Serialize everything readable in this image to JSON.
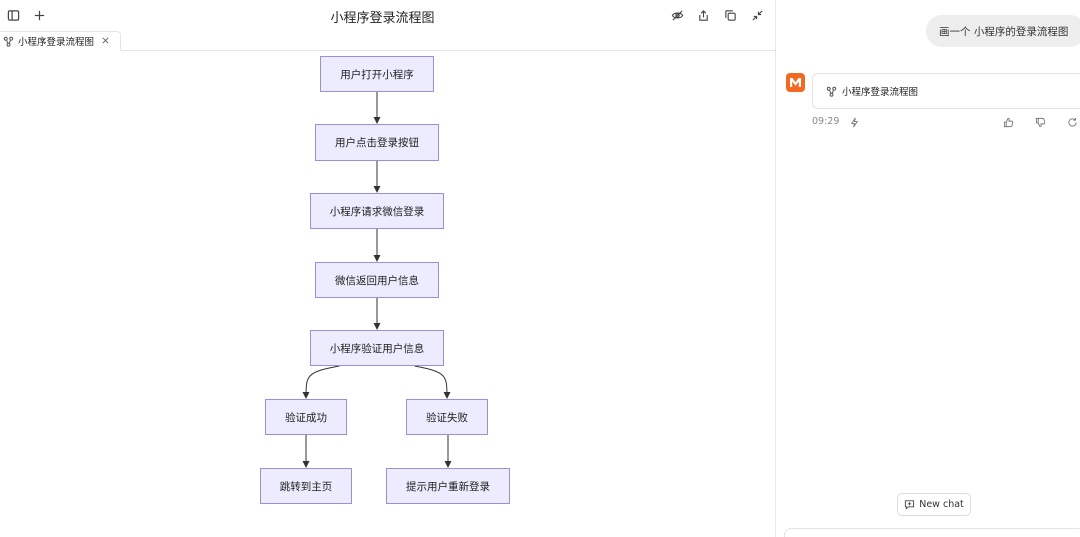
{
  "window": {
    "title": "小程序登录流程图"
  },
  "tabs": [
    {
      "label": "小程序登录流程图",
      "icon": "diagram-icon"
    }
  ],
  "flowchart": {
    "nodes": [
      {
        "id": "n1",
        "label": "用户打开小程序"
      },
      {
        "id": "n2",
        "label": "用户点击登录按钮"
      },
      {
        "id": "n3",
        "label": "小程序请求微信登录"
      },
      {
        "id": "n4",
        "label": "微信返回用户信息"
      },
      {
        "id": "n5",
        "label": "小程序验证用户信息"
      },
      {
        "id": "n6",
        "label": "验证成功"
      },
      {
        "id": "n7",
        "label": "验证失败"
      },
      {
        "id": "n8",
        "label": "跳转到主页"
      },
      {
        "id": "n9",
        "label": "提示用户重新登录"
      }
    ],
    "edges": [
      [
        "n1",
        "n2"
      ],
      [
        "n2",
        "n3"
      ],
      [
        "n3",
        "n4"
      ],
      [
        "n4",
        "n5"
      ],
      [
        "n5",
        "n6"
      ],
      [
        "n5",
        "n7"
      ],
      [
        "n6",
        "n8"
      ],
      [
        "n7",
        "n9"
      ]
    ],
    "colors": {
      "node_fill": "#ececfe",
      "node_border": "#9b8fdc",
      "edge": "#333333"
    }
  },
  "chat": {
    "user_message": "画一个 小程序的登录流程图",
    "artifact_title": "小程序登录流程图",
    "time": "09:29",
    "new_chat_label": "New chat",
    "avatar_color": "#f26a21"
  }
}
